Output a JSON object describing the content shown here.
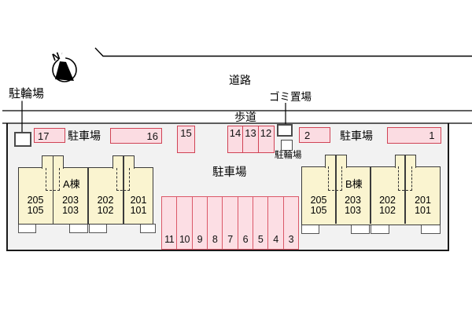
{
  "compass": {
    "north_label": "N"
  },
  "area": {
    "road": "道路",
    "sidewalk": "歩道",
    "garbage": "ゴミ置場",
    "bicycle_top_left": "駐輪場",
    "bicycle_center": "駐輪場",
    "parking_label_left": "駐車場",
    "parking_label_right": "駐車場",
    "parking_label_center": "駐車場"
  },
  "buildings": {
    "a": {
      "name": "A棟",
      "units": [
        {
          "upper": "205",
          "lower": "105"
        },
        {
          "upper": "203",
          "lower": "103"
        },
        {
          "upper": "202",
          "lower": "102"
        },
        {
          "upper": "201",
          "lower": "101"
        }
      ]
    },
    "b": {
      "name": "B棟",
      "units": [
        {
          "upper": "205",
          "lower": "105"
        },
        {
          "upper": "203",
          "lower": "103"
        },
        {
          "upper": "202",
          "lower": "102"
        },
        {
          "upper": "201",
          "lower": "101"
        }
      ]
    }
  },
  "parking": {
    "top_row": [
      "17",
      "16",
      "15",
      "14",
      "13",
      "12",
      "2",
      "1"
    ],
    "bottom_row": [
      "11",
      "10",
      "9",
      "8",
      "7",
      "6",
      "5",
      "4",
      "3"
    ]
  },
  "colors": {
    "stall_fill": "#fbdce2",
    "stall_border": "#d04355",
    "building_fill": "#faf4d0",
    "site_fill": "#f2f2f2"
  }
}
